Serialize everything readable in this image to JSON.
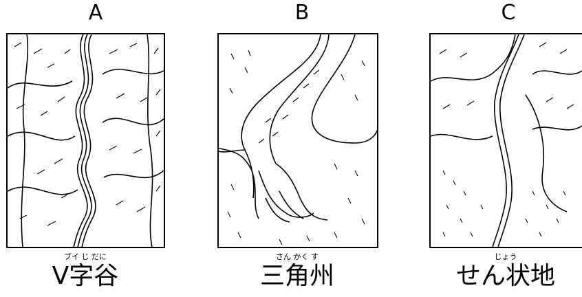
{
  "panels": [
    {
      "letter": "A",
      "furigana": "ブイ じ だに",
      "label": "V字谷"
    },
    {
      "letter": "B",
      "furigana": "さん かく す",
      "label": "三角州"
    },
    {
      "letter": "C",
      "furigana": "じょう",
      "label": "せん状地"
    }
  ]
}
